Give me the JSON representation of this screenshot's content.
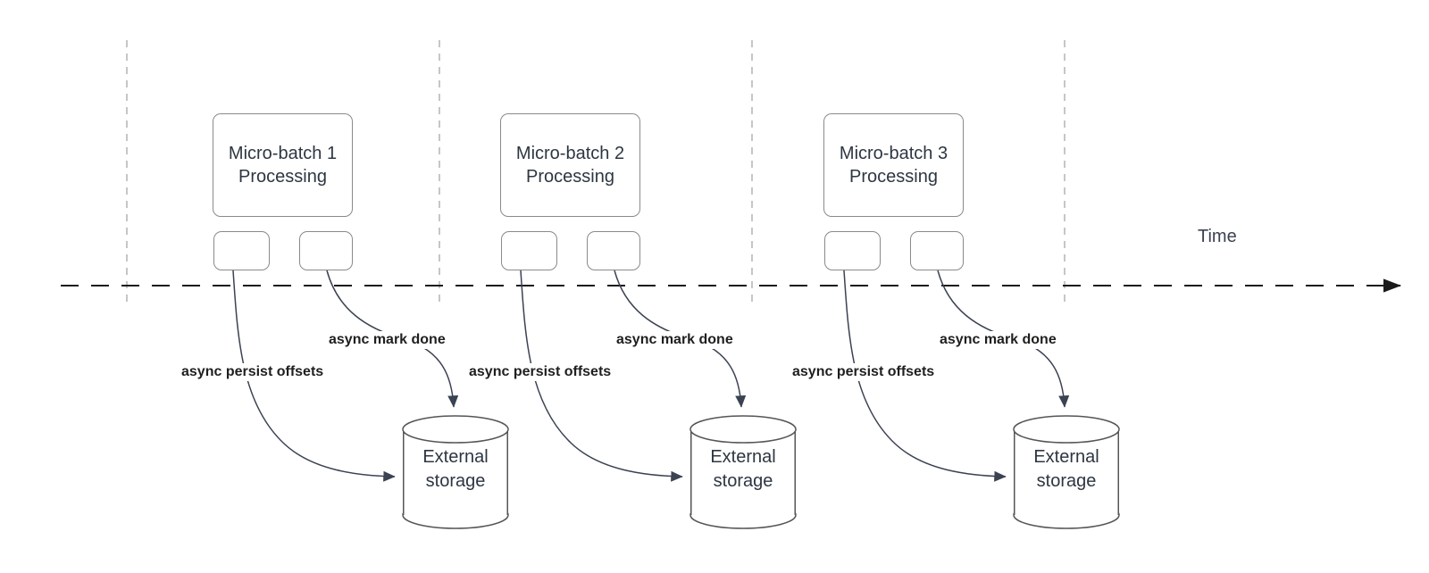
{
  "diagram": {
    "time_label": "Time",
    "groups": [
      {
        "title_line1": "Micro-batch 1",
        "title_line2": "Processing",
        "persist_label": "async persist offsets",
        "done_label": "async mark done",
        "storage_label": "External storage"
      },
      {
        "title_line1": "Micro-batch 2",
        "title_line2": "Processing",
        "persist_label": "async persist offsets",
        "done_label": "async mark done",
        "storage_label": "External storage"
      },
      {
        "title_line1": "Micro-batch 3",
        "title_line2": "Processing",
        "persist_label": "async persist offsets",
        "done_label": "async mark done",
        "storage_label": "External storage"
      }
    ],
    "colors": {
      "shape_border": "#8a8a8a",
      "cylinder_border": "#555555",
      "arrow": "#3b4252",
      "timeline": "#1a1a1a",
      "guide_line": "#b3b3b3",
      "shape_text": "#2d3642",
      "label_text": "#1f1f1f"
    }
  }
}
